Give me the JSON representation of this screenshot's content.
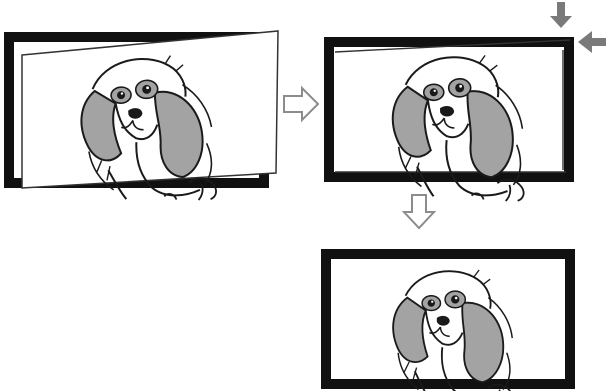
{
  "diagram": {
    "steps": [
      "tilted-image-in-frame",
      "corrected-alignment",
      "result-image"
    ],
    "arrows": [
      "right-outline-arrow",
      "down-outline-arrow",
      "down-solid-arrow",
      "left-solid-arrow"
    ],
    "colors": {
      "frame": "#111111",
      "fur": "#a3a3a3",
      "line": "#1a1a1a",
      "arrow_solid": "#7a7a7a",
      "arrow_outline": "#8c8c8c"
    }
  }
}
